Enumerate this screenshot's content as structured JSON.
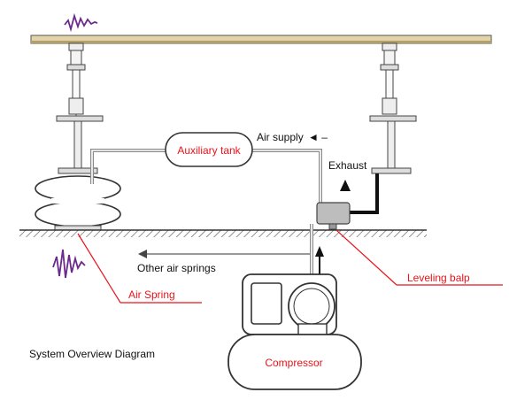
{
  "diagram": {
    "labels": {
      "auxiliary_tank": "Auxiliary tank",
      "air_supply": "Air supply",
      "air_supply_arrow": "◄ –",
      "exhaust": "Exhaust",
      "other_air_springs": "Other air springs",
      "air_spring": "Air Spring",
      "leveling_valve": "Leveling balp",
      "compressor": "Compressor",
      "caption": "System Overview Diagram"
    },
    "colors": {
      "label_red": "#e8141a",
      "vibration_purple": "#6b2a8c",
      "pipe": "#8a8a8a",
      "ground_hatch": "#555555",
      "frame": "#c9b98c",
      "valve_body": "#bdbdbd"
    }
  }
}
